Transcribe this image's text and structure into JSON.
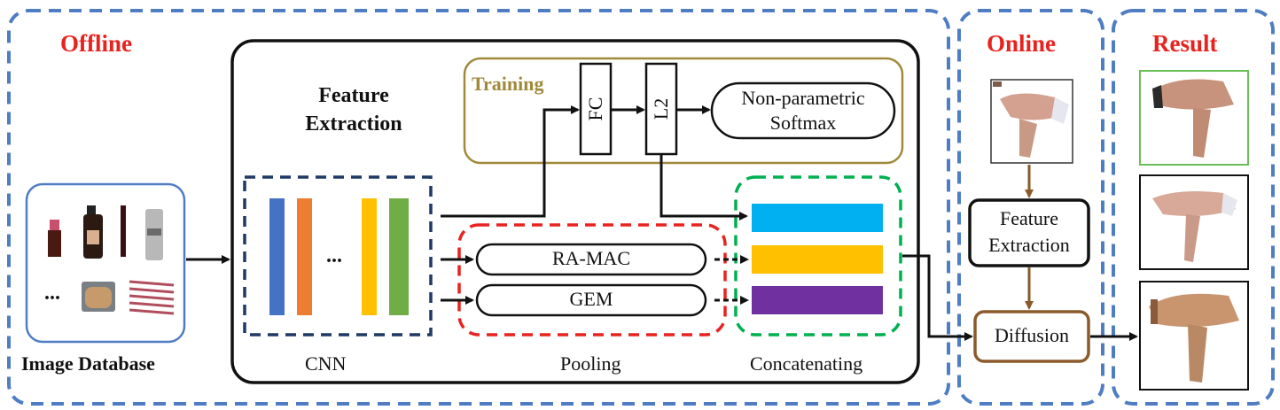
{
  "sections": {
    "offline": "Offline",
    "online": "Online",
    "result": "Result"
  },
  "feature_extraction": {
    "title_line1": "Feature",
    "title_line2": "Extraction"
  },
  "training": {
    "label": "Training",
    "fc": "FC",
    "l2": "L2",
    "softmax_line1": "Non-parametric",
    "softmax_line2": "Softmax"
  },
  "cnn": {
    "ellipsis": "...",
    "label": "CNN",
    "bar_colors": [
      "#4472c4",
      "#ed7d31",
      "#ffc000",
      "#70ad47"
    ]
  },
  "pooling": {
    "label": "Pooling",
    "ramac": "RA-MAC",
    "gem": "GEM"
  },
  "concatenating": {
    "label": "Concatenating",
    "colors": [
      "#00b0f0",
      "#ffc000",
      "#7030a0"
    ]
  },
  "image_database": {
    "label": "Image Database",
    "ellipsis": "..."
  },
  "online_box": {
    "fe_line1": "Feature",
    "fe_line2": "Extraction",
    "diffusion": "Diffusion"
  },
  "colors": {
    "dashed_blue": "#4f7dc3",
    "title_red": "#e8231f",
    "training_border": "#a08a3a",
    "training_text": "#a08a3a",
    "brown": "#8b5a2b"
  }
}
